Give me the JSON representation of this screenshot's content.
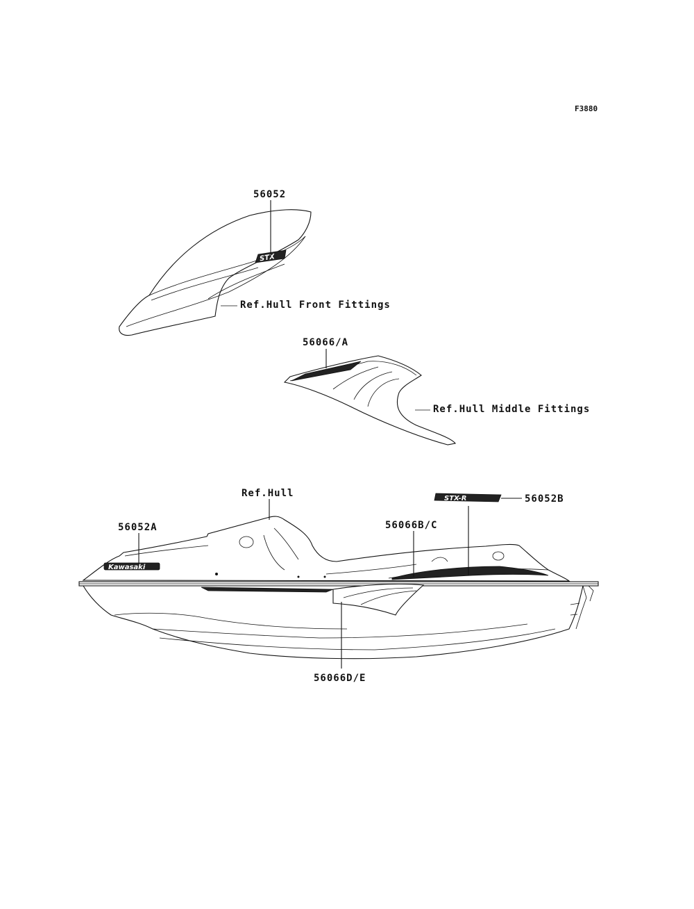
{
  "figure_code": "F3880",
  "callouts": {
    "p56052": "56052",
    "p56066a": "56066/A",
    "p56052a": "56052A",
    "p56052b": "56052B",
    "p56066bc": "56066B/C",
    "p56066de": "56066D/E"
  },
  "references": {
    "hull_front": "Ref.Hull Front Fittings",
    "hull_middle": "Ref.Hull Middle Fittings",
    "hull": "Ref.Hull"
  }
}
